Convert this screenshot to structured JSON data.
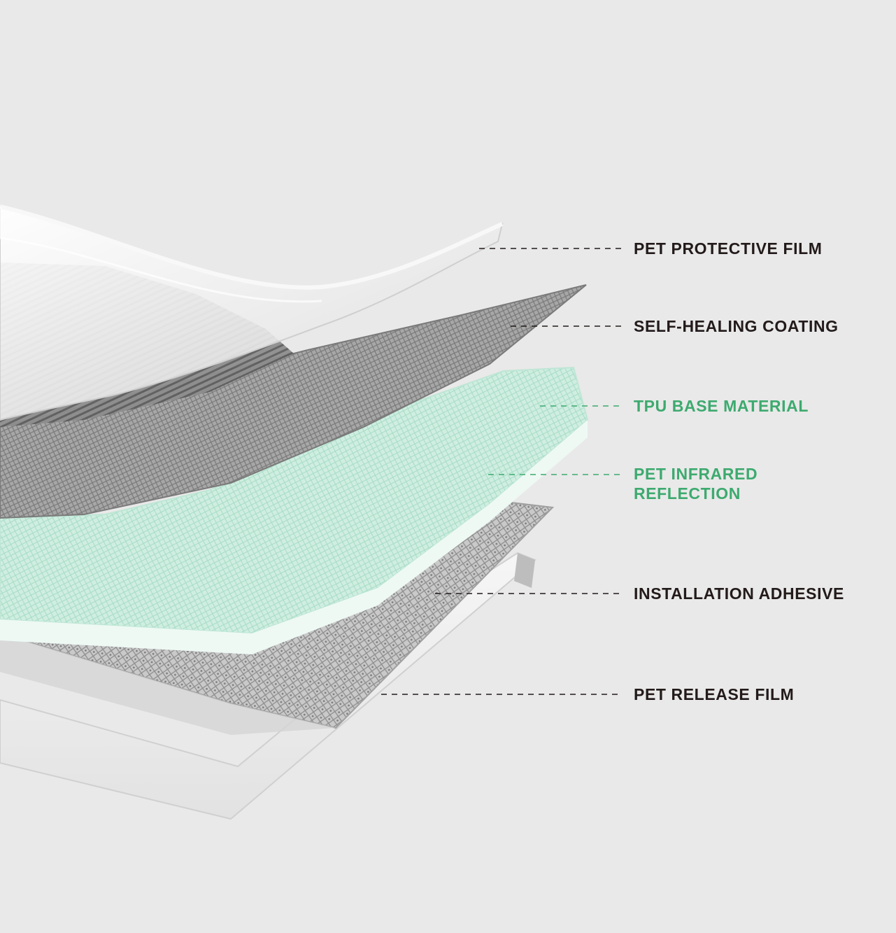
{
  "colors": {
    "background": "#e9e9e9",
    "dark_text": "#231a1a",
    "green_text": "#3daa6f",
    "tpu_tint": "#cdeee0"
  },
  "layers": [
    {
      "label": "PET PROTECTIVE FILM",
      "color": "#231a1a"
    },
    {
      "label": "SELF-HEALING COATING",
      "color": "#231a1a"
    },
    {
      "label": "TPU BASE MATERIAL",
      "color": "#3daa6f"
    },
    {
      "label_line1": "PET INFRARED",
      "label_line2": "REFLECTION",
      "color": "#3daa6f"
    },
    {
      "label": "INSTALLATION ADHESIVE",
      "color": "#231a1a"
    },
    {
      "label": "PET RELEASE FILM",
      "color": "#231a1a"
    }
  ]
}
